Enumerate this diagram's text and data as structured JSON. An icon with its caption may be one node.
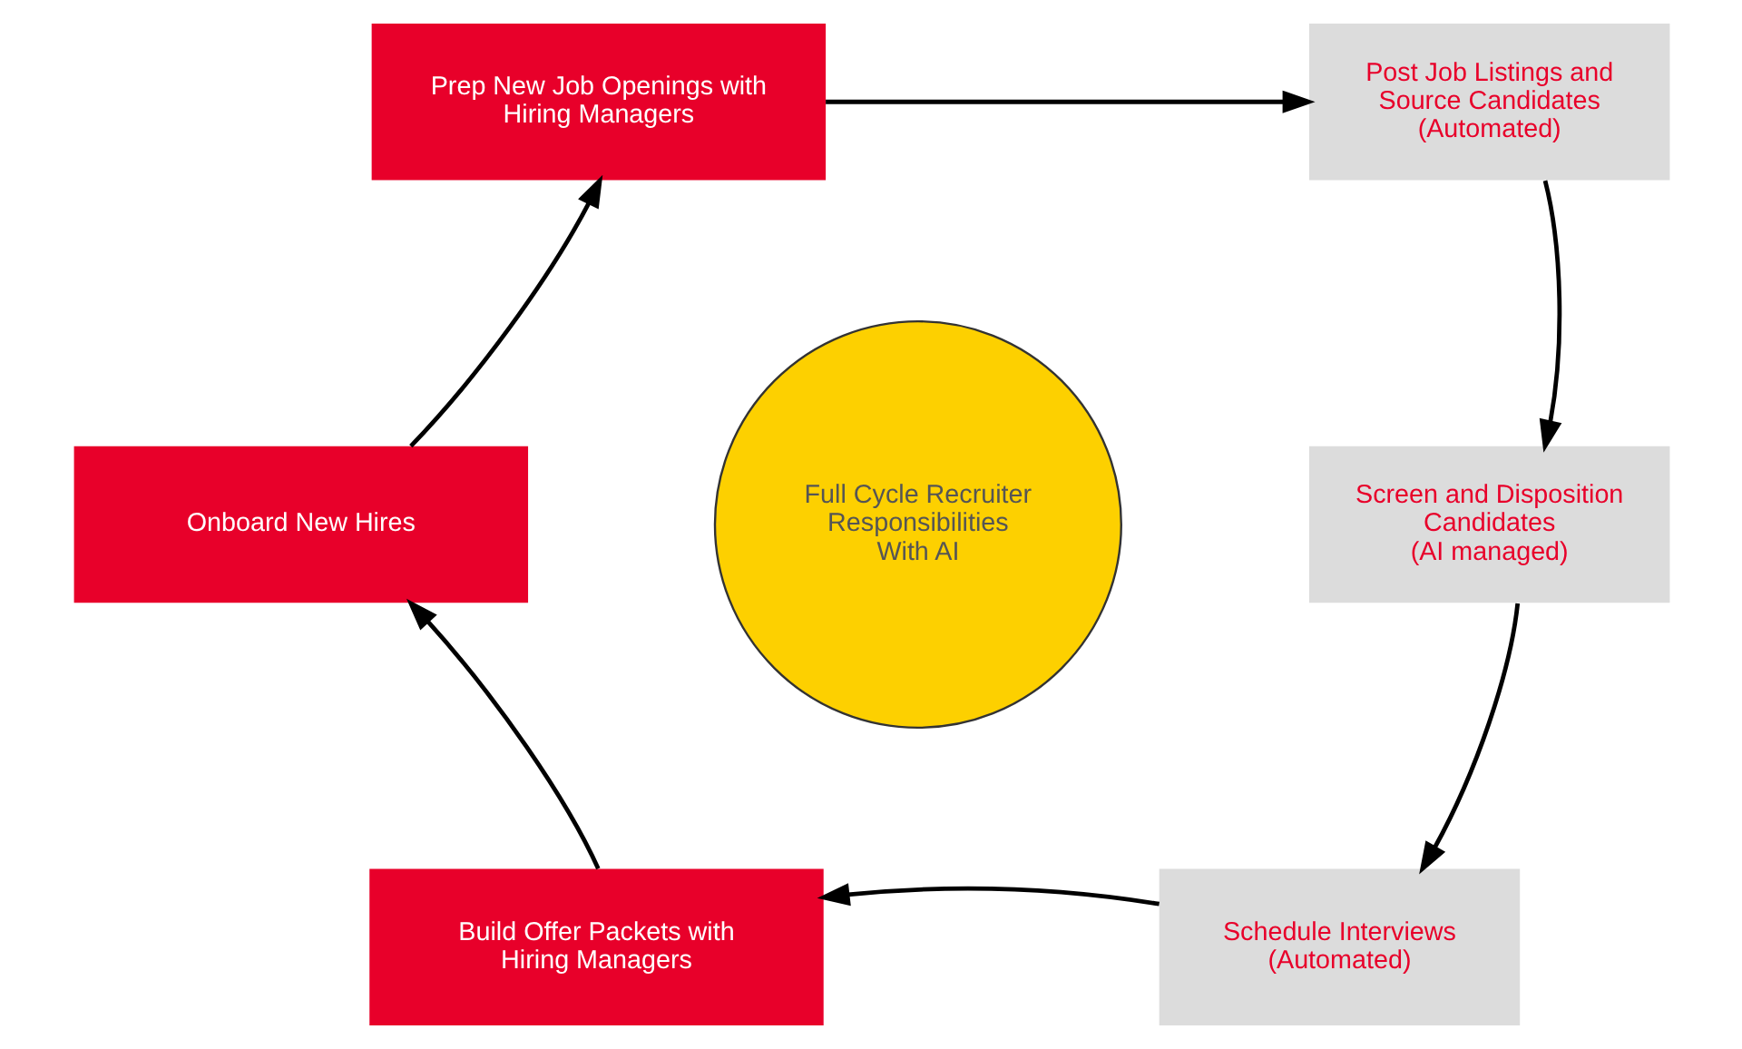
{
  "diagram": {
    "nodes": [
      {
        "text": [
          "Prep New Job Openings with Hiring Managers"
        ]
      },
      {
        "text": [
          "Post Job Listings and Source Candidates",
          "(Automated)"
        ]
      },
      {
        "text": [
          "Screen and Disposition Candidates",
          "(AI managed)"
        ]
      },
      {
        "text": [
          "Schedule Interviews",
          "(Automated)"
        ]
      },
      {
        "text": [
          "Build Offer Packets with Hiring Managers"
        ]
      },
      {
        "text": [
          "Onboard New Hires"
        ]
      },
      {
        "text": [
          "Full Cycle Recruiter Responsibilities",
          "With AI"
        ]
      }
    ],
    "edges": [
      {
        "from": 0,
        "to": 1,
        "arrow": "to"
      },
      {
        "from": 1,
        "to": 2,
        "arrow": "to"
      },
      {
        "from": 2,
        "to": 3,
        "arrow": "to"
      },
      {
        "from": 3,
        "to": 4,
        "arrow": "to"
      },
      {
        "from": 4,
        "to": 5,
        "arrow": "to"
      },
      {
        "from": 5,
        "to": 0,
        "arrow": "to"
      }
    ]
  }
}
